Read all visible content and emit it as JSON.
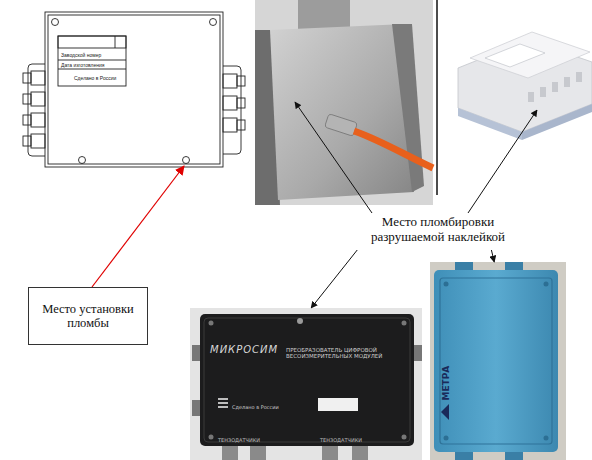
{
  "diagram": {
    "nodes": [
      {
        "text": [
          "Место установки пломбы"
        ]
      },
      {
        "text": [
          "Место пломбировки разрушаемой наклейкой"
        ]
      },
      {
        "text": [
          "МИКРОСИМ",
          "ПРЕОБРАЗОВАТЕЛЬ ЦИФРОВОЙ ВЕСОИЗМЕРИТЕЛЬНЫХ МОДУЛЕЙ",
          "Сделано в России",
          "ТЕНЗОДАТЧИКИ",
          "ТЕНЗОДАТЧИКИ"
        ]
      },
      {
        "text": [
          "МЕТРА"
        ]
      }
    ],
    "edges": [
      {
        "from": 1,
        "to": 2,
        "arrow": "to"
      },
      {
        "from": 1,
        "to": 3,
        "arrow": "to"
      }
    ],
    "labels": [
      "Заводской номер",
      "Дата изготовления",
      "Сделано в России"
    ]
  }
}
